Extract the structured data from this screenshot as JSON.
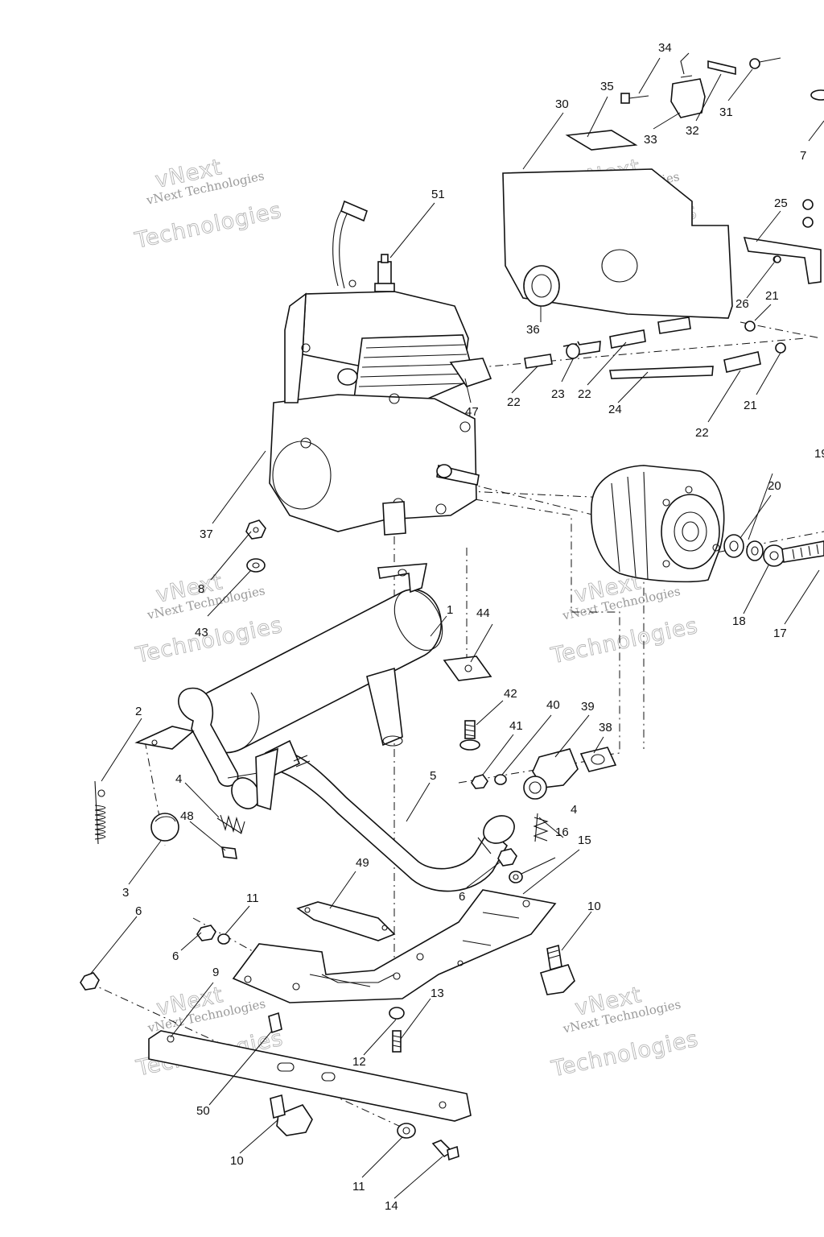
{
  "watermark": {
    "line1": "vNext Technologies",
    "line2": "Technologies",
    "line3": "vNext"
  },
  "callouts": {
    "c1": "1",
    "c2": "2",
    "c3": "3",
    "c4a": "4",
    "c4b": "4",
    "c5": "5",
    "c6a": "6",
    "c6b": "6",
    "c6c": "6",
    "c7": "7",
    "c8": "8",
    "c9": "9",
    "c10a": "10",
    "c10b": "10",
    "c11a": "11",
    "c11b": "11",
    "c12": "12",
    "c13": "13",
    "c14": "14",
    "c15": "15",
    "c16": "16",
    "c17": "17",
    "c18": "18",
    "c19": "19",
    "c20": "20",
    "c21a": "21",
    "c21b": "21",
    "c22a": "22",
    "c22b": "22",
    "c22c": "22",
    "c23": "23",
    "c24": "24",
    "c25": "25",
    "c26": "26",
    "c30": "30",
    "c31": "31",
    "c32": "32",
    "c33": "33",
    "c34": "34",
    "c35": "35",
    "c36": "36",
    "c37": "37",
    "c38": "38",
    "c39": "39",
    "c40": "40",
    "c41": "41",
    "c42": "42",
    "c43": "43",
    "c44": "44",
    "c47": "47",
    "c48": "48",
    "c49": "49",
    "c50": "50",
    "c51": "51"
  }
}
